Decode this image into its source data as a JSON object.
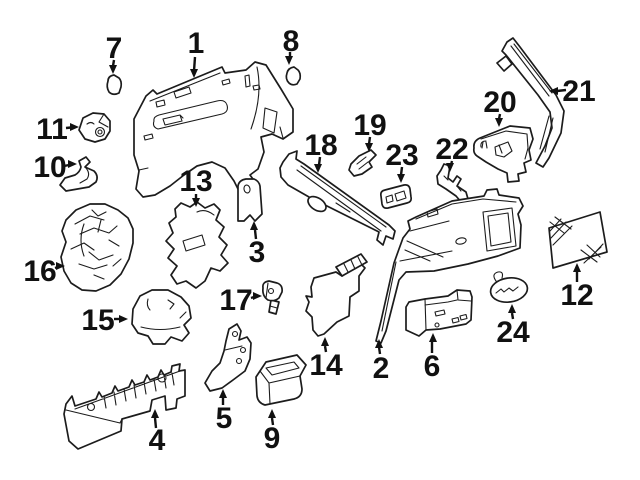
{
  "figure": {
    "type": "exploded-parts-diagram",
    "background_color": "#ffffff",
    "line_color": "#1c1c1c",
    "label_color": "#111111"
  },
  "callouts": [
    {
      "label": "1"
    },
    {
      "label": "2"
    },
    {
      "label": "3"
    },
    {
      "label": "4"
    },
    {
      "label": "5"
    },
    {
      "label": "6"
    },
    {
      "label": "7"
    },
    {
      "label": "8"
    },
    {
      "label": "9"
    },
    {
      "label": "10"
    },
    {
      "label": "11"
    },
    {
      "label": "12"
    },
    {
      "label": "13"
    },
    {
      "label": "14"
    },
    {
      "label": "15"
    },
    {
      "label": "16"
    },
    {
      "label": "17"
    },
    {
      "label": "18"
    },
    {
      "label": "19"
    },
    {
      "label": "20"
    },
    {
      "label": "21"
    },
    {
      "label": "22"
    },
    {
      "label": "23"
    },
    {
      "label": "24"
    }
  ]
}
